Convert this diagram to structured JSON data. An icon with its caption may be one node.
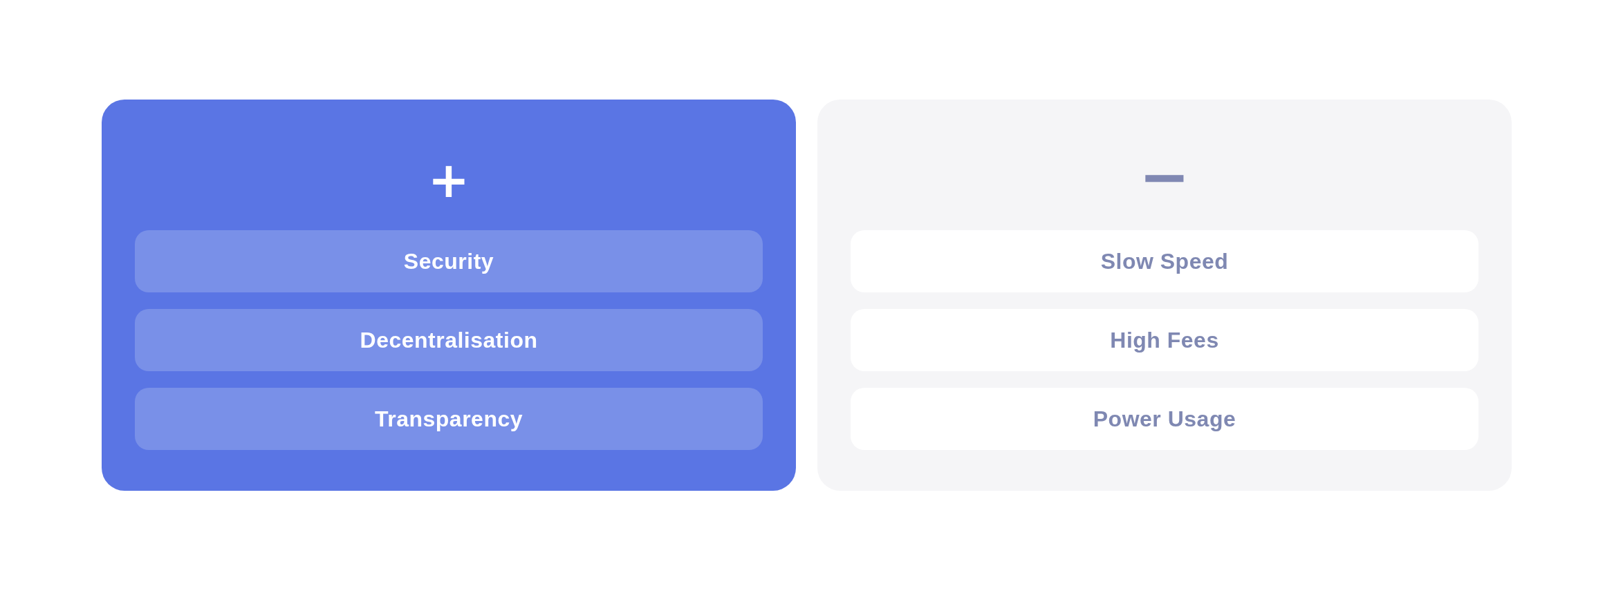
{
  "diagram": {
    "nodes": [
      {
        "text": [
          "+"
        ]
      },
      {
        "text": [
          "Security"
        ],
        "in": 0
      },
      {
        "text": [
          "Decentralisation"
        ],
        "in": 0
      },
      {
        "text": [
          "Transparency"
        ],
        "in": 0
      },
      {
        "text": [
          "−"
        ]
      },
      {
        "text": [
          "Slow Speed"
        ],
        "in": 4
      },
      {
        "text": [
          "High Fees"
        ],
        "in": 4
      },
      {
        "text": [
          "Power Usage"
        ],
        "in": 4
      }
    ]
  }
}
